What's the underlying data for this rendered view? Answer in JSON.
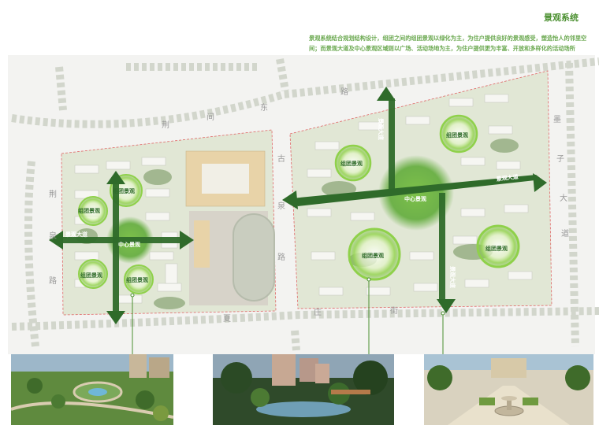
{
  "header": {
    "title": "景观系统",
    "description": "景观系统结合规划结构设计，组团之间的组团景观以绿化为主，为住户提供良好的景观感受，塑造怡人的邻里空间；而景观大道及中心景观区域则以广场、活动场地为主，为住户提供更为丰富、开放和多样化的活动场所"
  },
  "map": {
    "roads": {
      "north": [
        "荆",
        "间",
        "东",
        "路"
      ],
      "middle": [
        "古",
        "泉",
        "路"
      ],
      "east": [
        "墨",
        "子",
        "大",
        "道"
      ],
      "west": [
        "荆",
        "泉",
        "路"
      ],
      "south": [
        "夏",
        "庄",
        "街"
      ]
    },
    "labels": {
      "center": "中心景观",
      "group": "组团景观",
      "avenue": "景观大道"
    }
  },
  "photos": [
    {
      "name": "aerial-garden"
    },
    {
      "name": "water-garden"
    },
    {
      "name": "fountain-plaza"
    }
  ],
  "colors": {
    "accent": "#4a8f2f",
    "arrow": "#2f6b2a",
    "ring": "#8fd14a",
    "road": "#efefef",
    "site": "#dfe6cf"
  }
}
